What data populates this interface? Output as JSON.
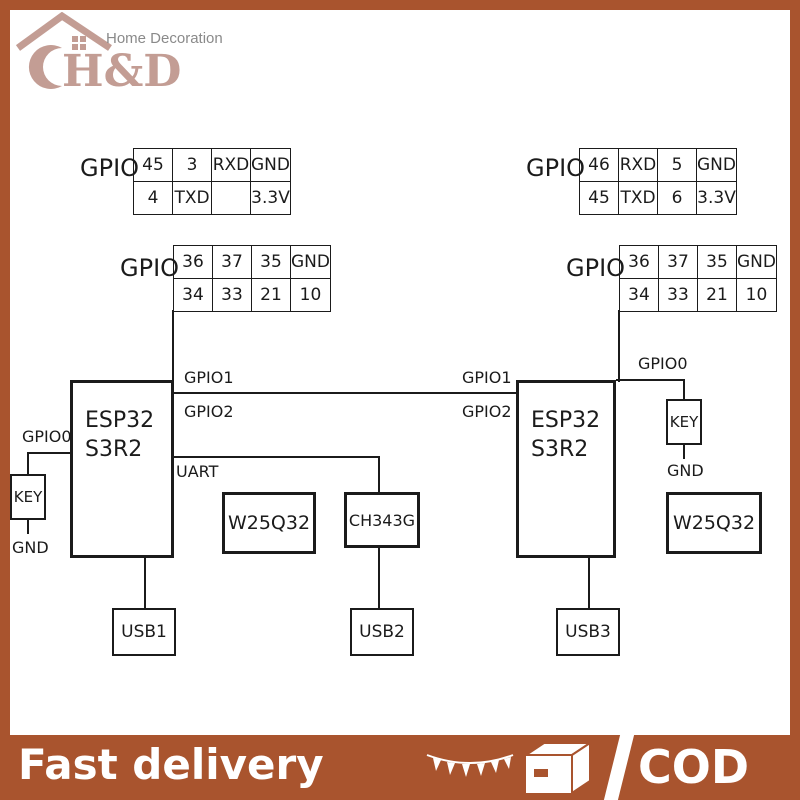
{
  "brand": {
    "logo_text": "H&D",
    "tagline": "Home Decoration",
    "colors": {
      "frame": "#a9542e",
      "logo": "#c39d94"
    }
  },
  "diagram": {
    "gpio_label": "GPIO",
    "left": {
      "top_header": {
        "rows": [
          [
            "45",
            "3",
            "RXD",
            "GND"
          ],
          [
            "4",
            "TXD",
            "",
            "3.3V"
          ]
        ]
      },
      "bottom_header": {
        "rows": [
          [
            "36",
            "37",
            "35",
            "GND"
          ],
          [
            "34",
            "33",
            "21",
            "10"
          ]
        ]
      },
      "chip": {
        "line1": "ESP32",
        "line2": "S3R2"
      },
      "key": {
        "label": "KEY",
        "gpio": "GPIO0",
        "gnd": "GND"
      },
      "usb": "USB1",
      "flash": "W25Q32",
      "uart_label": "UART",
      "bridge": "CH343G",
      "usb_bridge": "USB2",
      "gpio1": "GPIO1",
      "gpio2": "GPIO2"
    },
    "right": {
      "top_header": {
        "rows": [
          [
            "46",
            "RXD",
            "5",
            "GND"
          ],
          [
            "45",
            "TXD",
            "6",
            "3.3V"
          ]
        ]
      },
      "bottom_header": {
        "rows": [
          [
            "36",
            "37",
            "35",
            "GND"
          ],
          [
            "34",
            "33",
            "21",
            "10"
          ]
        ]
      },
      "chip": {
        "line1": "ESP32",
        "line2": "S3R2"
      },
      "key": {
        "label": "KEY",
        "gpio": "GPIO0",
        "gnd": "GND"
      },
      "usb": "USB3",
      "flash": "W25Q32",
      "gpio1": "GPIO1",
      "gpio2": "GPIO2"
    }
  },
  "footer": {
    "left_text": "Fast delivery",
    "right_text": "COD",
    "icons": [
      "bunting-icon",
      "box-icon"
    ]
  }
}
